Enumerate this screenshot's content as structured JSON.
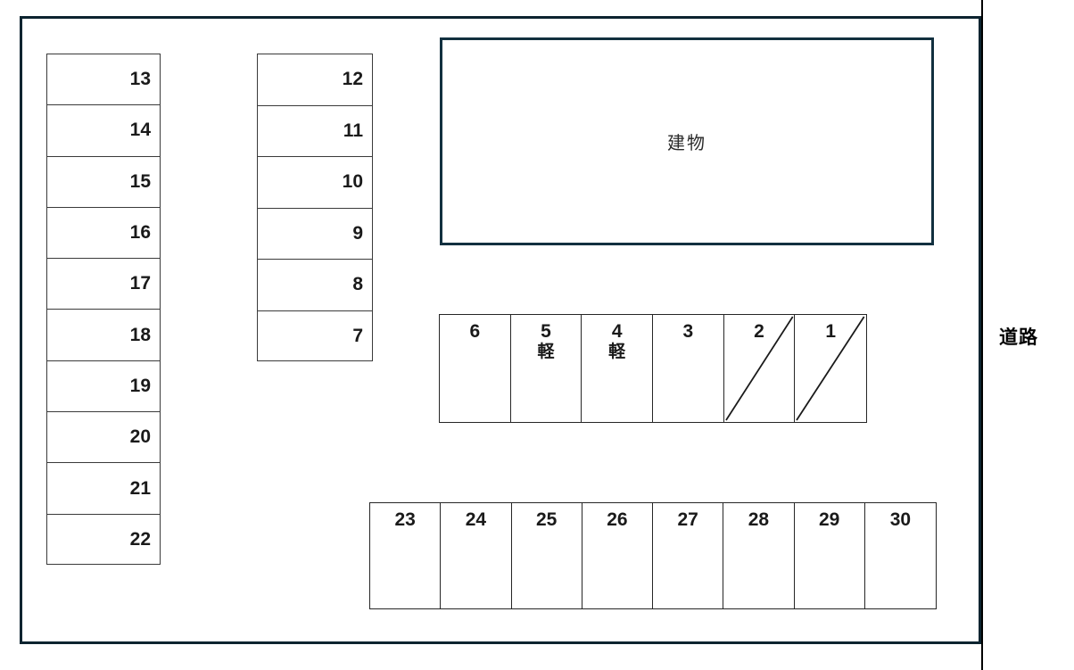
{
  "diagram": {
    "type": "parking-lot-layout",
    "road_label": "道路",
    "building_label": "建物",
    "stacks": [
      {
        "id": "left",
        "stalls": [
          {
            "number": "13"
          },
          {
            "number": "14"
          },
          {
            "number": "15"
          },
          {
            "number": "16"
          },
          {
            "number": "17"
          },
          {
            "number": "18"
          },
          {
            "number": "19"
          },
          {
            "number": "20"
          },
          {
            "number": "21"
          },
          {
            "number": "22"
          }
        ]
      },
      {
        "id": "middle",
        "stalls": [
          {
            "number": "12"
          },
          {
            "number": "11"
          },
          {
            "number": "10"
          },
          {
            "number": "9"
          },
          {
            "number": "8"
          },
          {
            "number": "7"
          }
        ]
      }
    ],
    "rows": [
      {
        "id": "top",
        "stalls": [
          {
            "number": "6",
            "sub": "",
            "diagonal": false
          },
          {
            "number": "5",
            "sub": "軽",
            "diagonal": false
          },
          {
            "number": "4",
            "sub": "軽",
            "diagonal": false
          },
          {
            "number": "3",
            "sub": "",
            "diagonal": false
          },
          {
            "number": "2",
            "sub": "",
            "diagonal": true
          },
          {
            "number": "1",
            "sub": "",
            "diagonal": true
          }
        ]
      },
      {
        "id": "bottom",
        "stalls": [
          {
            "number": "23",
            "sub": "",
            "diagonal": false
          },
          {
            "number": "24",
            "sub": "",
            "diagonal": false
          },
          {
            "number": "25",
            "sub": "",
            "diagonal": false
          },
          {
            "number": "26",
            "sub": "",
            "diagonal": false
          },
          {
            "number": "27",
            "sub": "",
            "diagonal": false
          },
          {
            "number": "28",
            "sub": "",
            "diagonal": false
          },
          {
            "number": "29",
            "sub": "",
            "diagonal": false
          },
          {
            "number": "30",
            "sub": "",
            "diagonal": false
          }
        ]
      }
    ],
    "colors": {
      "boundary": "#0d2430",
      "building_border": "#12303f",
      "stall_border": "#3a3a3a",
      "text": "#1a1a1a",
      "road_line": "#000000"
    }
  }
}
